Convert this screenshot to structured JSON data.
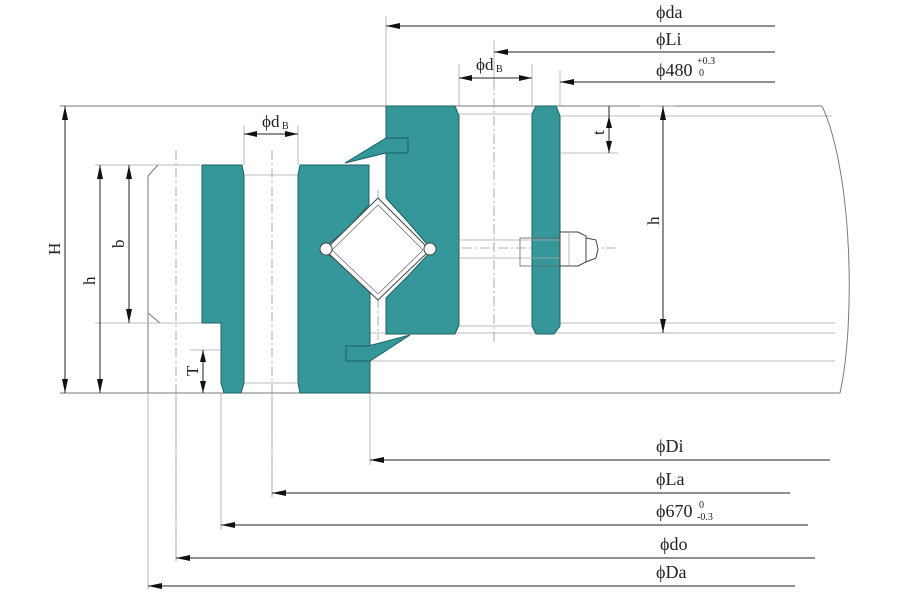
{
  "colors": {
    "section_fill": "#36979a",
    "line": "#7a7a7a",
    "text": "#222222"
  },
  "labels": {
    "phi": "ϕ",
    "da": "da",
    "Li": "Li",
    "d480_main": "480",
    "d480_tol_upper": "+0.3",
    "d480_tol_lower": "0",
    "dB": "d",
    "dB_sub": "B",
    "t": "t",
    "h": "h",
    "H": "H",
    "b": "b",
    "T": "T",
    "Di": "Di",
    "La": "La",
    "d670_main": "670",
    "d670_tol_upper": "0",
    "d670_tol_lower": "-0.3",
    "do": "do",
    "Da": "Da"
  }
}
